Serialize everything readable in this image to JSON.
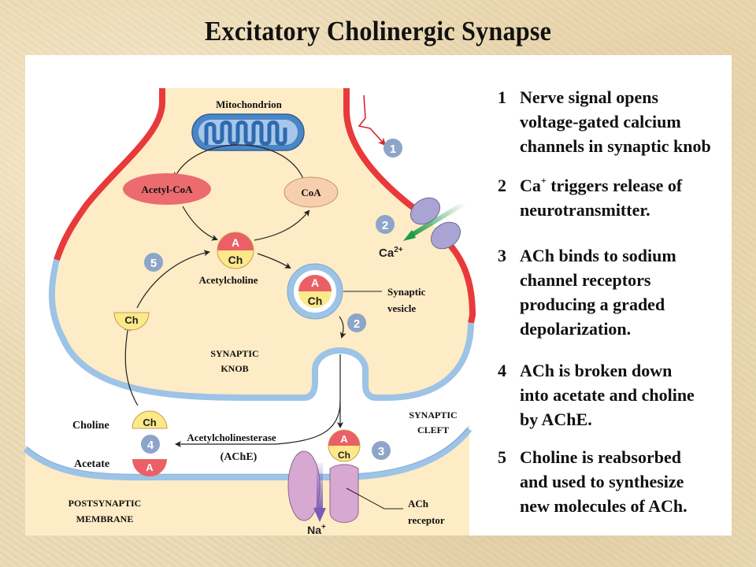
{
  "title": "Excitatory Cholinergic Synapse",
  "diagram": {
    "labels": {
      "mitochondrion": "Mitochondrion",
      "acetyl_coa": "Acetyl-CoA",
      "coa": "CoA",
      "acetylcholine": "Acetylcholine",
      "synaptic_vesicle_1": "Synaptic",
      "synaptic_vesicle_2": "vesicle",
      "synaptic_knob_1": "SYNAPTIC",
      "synaptic_knob_2": "KNOB",
      "synaptic_cleft_1": "SYNAPTIC",
      "synaptic_cleft_2": "CLEFT",
      "choline": "Choline",
      "acetate": "Acetate",
      "ache_1": "Acetylcholinesterase",
      "ache_2": "(AChE)",
      "postsynaptic_1": "POSTSYNAPTIC",
      "postsynaptic_2": "MEMBRANE",
      "ach_receptor_1": "ACh",
      "ach_receptor_2": "receptor",
      "ca_ion": "Ca",
      "ca_charge": "2+",
      "na_ion": "Na",
      "na_charge": "+"
    },
    "molecule_parts": {
      "acetate": "A",
      "choline": "Ch"
    },
    "step_badges": [
      "1",
      "2",
      "2",
      "3",
      "4",
      "5"
    ],
    "colors": {
      "membrane_red": "#e8393b",
      "membrane_blue": "#9dc3e6",
      "cytoplasm": "#fdecc5",
      "mitochondrion": "#4a86c5",
      "acetyl_coa": "#ec6b6e",
      "coa": "#f8cfae",
      "badge": "#8da5c8",
      "channel": "#a9a4d4",
      "receptor": "#d7a8d1",
      "ca_arrow": "#1f9a4a",
      "na_arrow": "#7a5cb8",
      "molecule_a": "#ea6066",
      "molecule_ch": "#fbe98a"
    }
  },
  "steps": [
    {
      "number": "1",
      "lines": [
        "Nerve signal opens",
        "voltage-gated calcium",
        "channels in synaptic knob"
      ]
    },
    {
      "number": "2",
      "ca": "Ca",
      "charge": "+",
      "line1_rest": " triggers release of",
      "lines": [
        "neurotransmitter."
      ]
    },
    {
      "number": "3",
      "lines": [
        "ACh binds to sodium",
        "channel receptors",
        "producing a graded",
        "depolarization."
      ]
    },
    {
      "number": "4",
      "lines": [
        "ACh is broken down",
        "into acetate and choline",
        "by AChE."
      ]
    },
    {
      "number": "5",
      "lines": [
        "Choline is reabsorbed",
        "and used to synthesize",
        "new molecules of ACh."
      ]
    }
  ]
}
